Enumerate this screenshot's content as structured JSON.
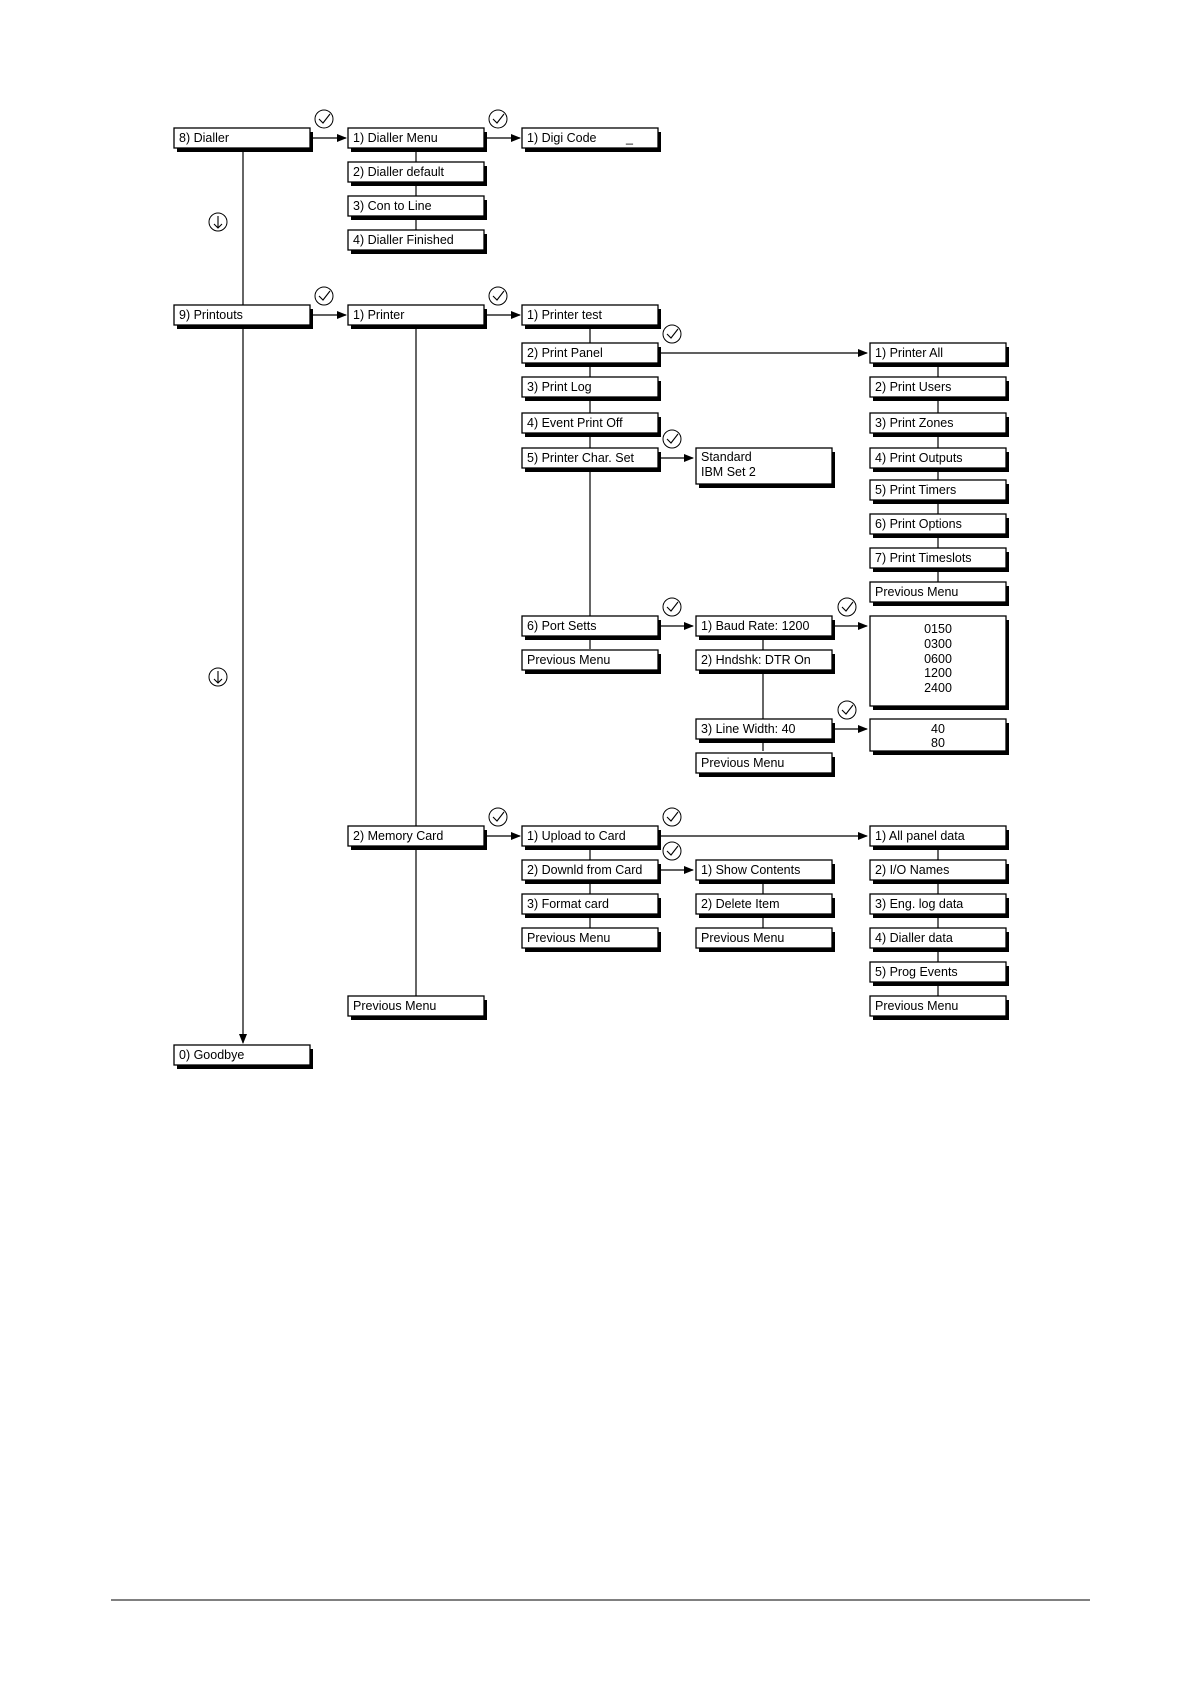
{
  "boxes": {
    "dialler": "8) Dialler",
    "dialler_menu": "1) Dialler Menu",
    "digi_code": "1) Digi Code",
    "digi_code_cursor": "_",
    "dialler_default": "2) Dialler default",
    "con_to_line": "3) Con to Line",
    "dialler_finished": "4) Dialler Finished",
    "printouts": "9) Printouts",
    "printer": "1) Printer",
    "printer_test": "1) Printer test",
    "print_panel": "2) Print Panel",
    "print_log": "3) Print Log",
    "event_print_off": "4) Event Print Off",
    "printer_char_set": "5) Printer Char. Set",
    "char_set_options": [
      "Standard",
      "IBM Set 2"
    ],
    "printer_all": "1) Printer All",
    "print_users": "2) Print Users",
    "print_zones": "3) Print Zones",
    "print_outputs": "4) Print Outputs",
    "print_timers": "5) Print Timers",
    "print_options": "6) Print Options",
    "print_timeslots": "7) Print Timeslots",
    "previous_menu_panel": "Previous Menu",
    "port_setts": "6) Port Setts",
    "previous_menu_printer": "Previous Menu",
    "baud_rate": "1) Baud Rate: 1200",
    "baud_options": [
      "0150",
      "0300",
      "0600",
      "1200",
      "2400"
    ],
    "hndshk": "2) Hndshk: DTR On",
    "line_width": "3) Line Width: 40",
    "line_width_options": [
      "40",
      "80"
    ],
    "previous_menu_port": "Previous Menu",
    "memory_card": "2) Memory Card",
    "upload_to_card": "1) Upload to Card",
    "downld_from_card": "2) Downld from Card",
    "format_card": "3) Format card",
    "previous_menu_card": "Previous Menu",
    "show_contents": "1) Show Contents",
    "delete_item": "2) Delete Item",
    "previous_menu_downld": "Previous Menu",
    "all_panel_data": "1) All panel data",
    "io_names": "2) I/O Names",
    "eng_log_data": "3) Eng. log data",
    "dialler_data": "4) Dialler data",
    "prog_events": "5) Prog Events",
    "previous_menu_upload": "Previous Menu",
    "previous_menu_printouts": "Previous Menu",
    "goodbye": "0) Goodbye"
  }
}
